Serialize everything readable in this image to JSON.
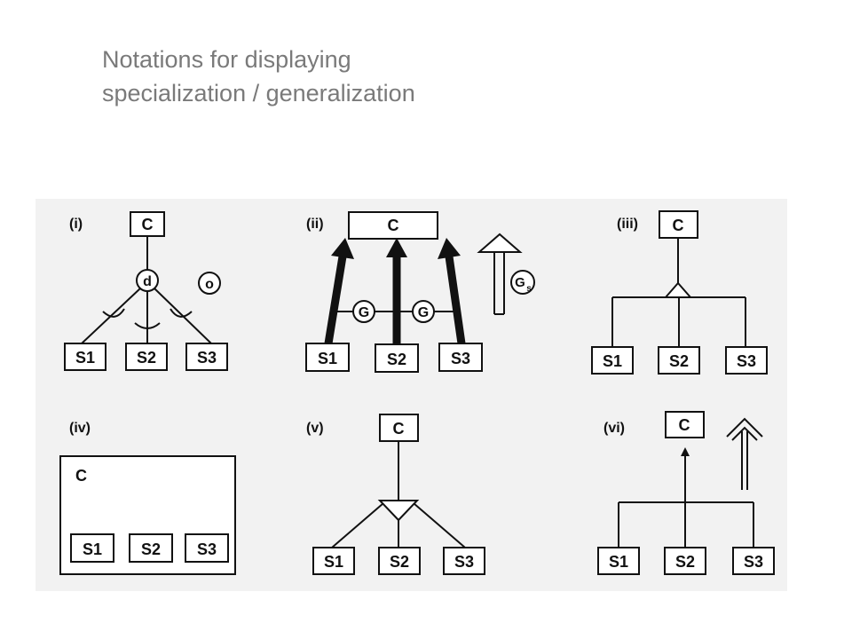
{
  "title": {
    "line1": "Notations for displaying",
    "line2": "specialization / generalization"
  },
  "colors": {
    "title_text": "#7a7a7a",
    "figure_background": "#f2f2f2",
    "ink": "#111111"
  },
  "panels": {
    "i": {
      "label": "(i)",
      "superclass": "C",
      "circle_label": "d",
      "side_circle_label": "o",
      "subclasses": [
        "S1",
        "S2",
        "S3"
      ]
    },
    "ii": {
      "label": "(ii)",
      "superclass": "C",
      "g_labels": [
        "G",
        "G"
      ],
      "side_label": "G",
      "side_label_subscript": "s",
      "subclasses": [
        "S1",
        "S2",
        "S3"
      ]
    },
    "iii": {
      "label": "(iii)",
      "superclass": "C",
      "subclasses": [
        "S1",
        "S2",
        "S3"
      ]
    },
    "iv": {
      "label": "(iv)",
      "superclass": "C",
      "subclasses": [
        "S1",
        "S2",
        "S3"
      ]
    },
    "v": {
      "label": "(v)",
      "superclass": "C",
      "subclasses": [
        "S1",
        "S2",
        "S3"
      ]
    },
    "vi": {
      "label": "(vi)",
      "superclass": "C",
      "subclasses": [
        "S1",
        "S2",
        "S3"
      ]
    }
  }
}
